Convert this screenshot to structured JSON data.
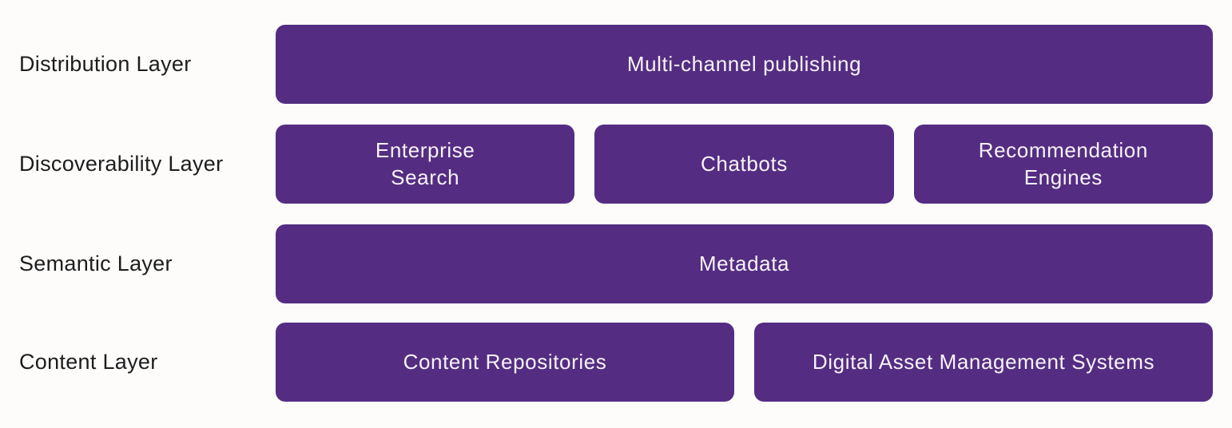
{
  "colors": {
    "page_bg": "#fdfcfb",
    "box_bg": "#542d82",
    "box_text": "#f7f3f8",
    "label_text": "#1d1d1d"
  },
  "diagram": {
    "rows": [
      {
        "label": "Distribution Layer",
        "boxes": [
          "Multi-channel publishing"
        ]
      },
      {
        "label": "Discoverability Layer",
        "boxes": [
          "Enterprise\nSearch",
          "Chatbots",
          "Recommendation\nEngines"
        ]
      },
      {
        "label": "Semantic Layer",
        "boxes": [
          "Metadata"
        ]
      },
      {
        "label": "Content Layer",
        "boxes": [
          "Content Repositories",
          "Digital Asset Management Systems"
        ]
      }
    ]
  }
}
